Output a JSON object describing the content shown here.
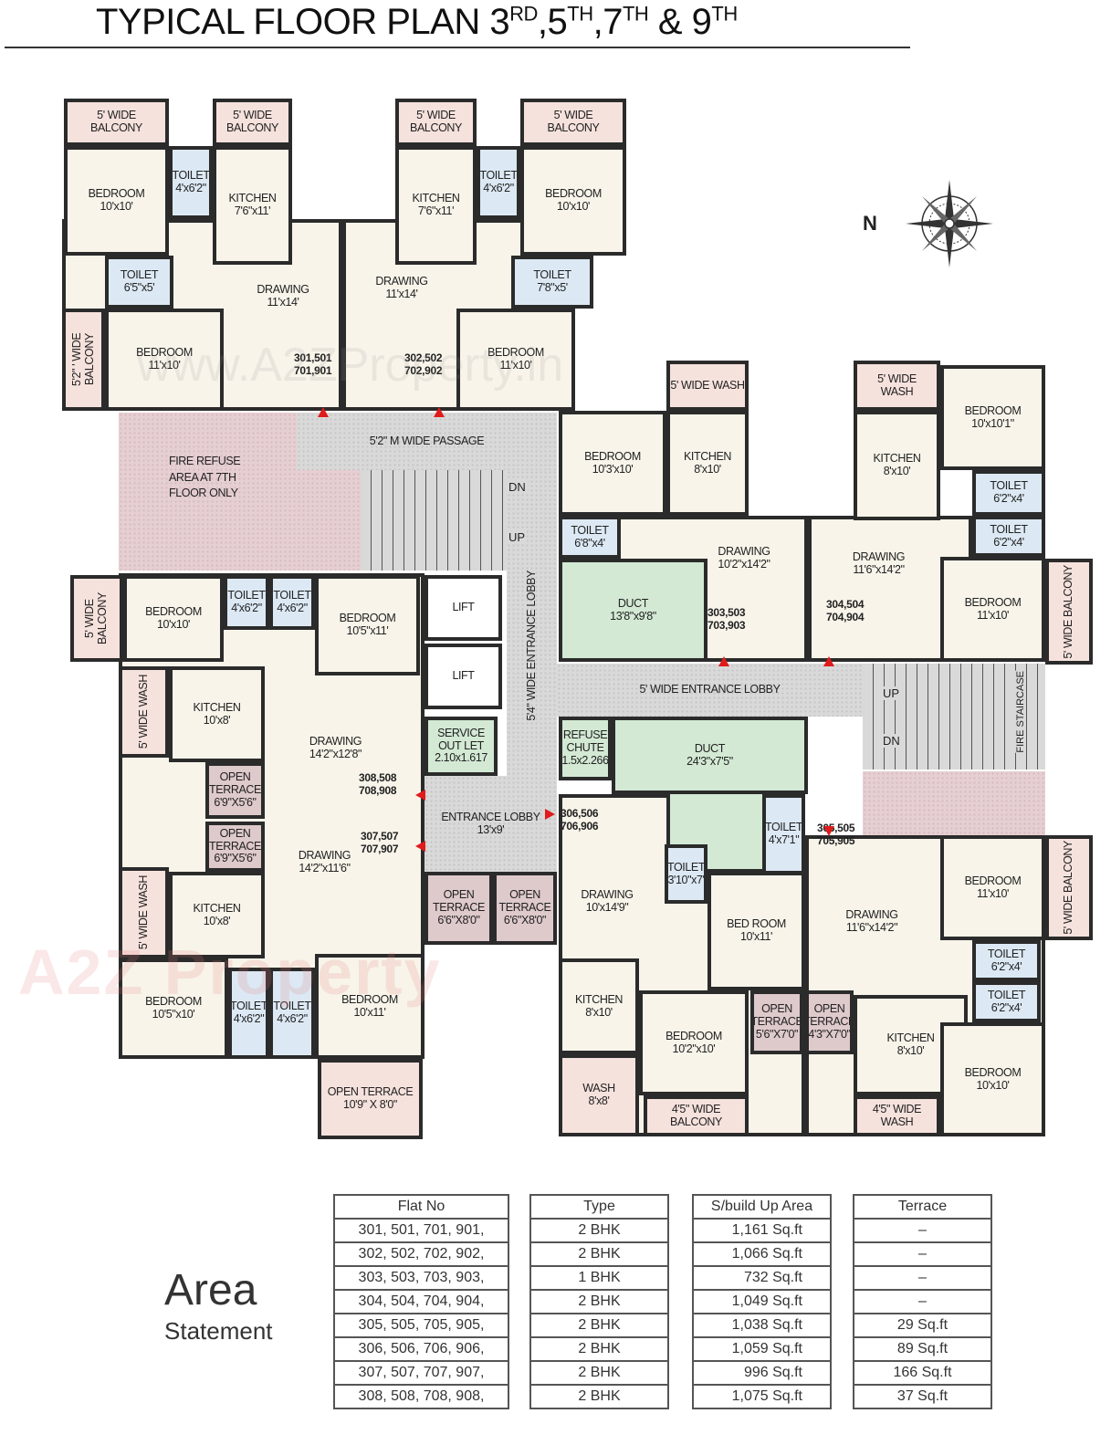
{
  "title": {
    "main": "TYPICAL FLOOR PLAN 3",
    "sup1": "RD",
    "t2": ",5",
    "sup2": "TH",
    "t3": ",7",
    "sup3": "TH",
    "t4": " & 9",
    "sup4": "TH"
  },
  "compass": {
    "north_label": "N",
    "icon": "compass-rose-icon"
  },
  "watermark": {
    "logo": "A2Z Property",
    "url": "www.A2ZProperty.in"
  },
  "colors": {
    "wall": "#2b2b2b",
    "floor": "#f8f4ea",
    "balcony": "#f6e2dd",
    "toilet": "#dce9f4",
    "duct": "#d3e9d4",
    "terrace": "#dec9cb",
    "passage": "#d9d9d9",
    "fire_refuse": "#e6cfd2",
    "entry_arrow": "#e01b1b"
  },
  "rooms": [
    {
      "name": "5' WIDE BALCONY",
      "size": ""
    },
    {
      "name": "5' WIDE BALCONY",
      "size": ""
    },
    {
      "name": "BEDROOM",
      "size": "10'x10'"
    },
    {
      "name": "TOILET",
      "size": "4'x6'2\""
    },
    {
      "name": "KITCHEN",
      "size": "7'6\"x11'"
    },
    {
      "name": "TOILET",
      "size": "6'5\"x5'"
    },
    {
      "name": "DRAWING",
      "size": "11'x14'"
    },
    {
      "name": "5'2\" ' WIDE BALCONY",
      "size": ""
    },
    {
      "name": "BEDROOM",
      "size": "11'x10'"
    },
    {
      "name": "5' WIDE BALCONY",
      "size": ""
    },
    {
      "name": "5' WIDE BALCONY",
      "size": ""
    },
    {
      "name": "KITCHEN",
      "size": "7'6\"x11'"
    },
    {
      "name": "TOILET",
      "size": "4'x6'2\""
    },
    {
      "name": "BEDROOM",
      "size": "10'x10'"
    },
    {
      "name": "DRAWING",
      "size": "11'x14'"
    },
    {
      "name": "TOILET",
      "size": "7'8\"x5'"
    },
    {
      "name": "BEDROOM",
      "size": "11'x10'"
    },
    {
      "name": "FIRE REFUSE AREA AT 7TH FLOOR ONLY",
      "size": ""
    },
    {
      "name": "5'2\" M WIDE PASSAGE",
      "size": ""
    },
    {
      "name": "",
      "size": ""
    },
    {
      "name": "5'4\" WIDE  ENTRANCE LOBBY",
      "size": ""
    },
    {
      "name": "LIFT",
      "size": ""
    },
    {
      "name": "LIFT",
      "size": ""
    },
    {
      "name": "SERVICE OUT LET",
      "size": "2.10x1.617"
    },
    {
      "name": "5' WIDE WASH",
      "size": ""
    },
    {
      "name": "BEDROOM",
      "size": "10'3'x10'"
    },
    {
      "name": "KITCHEN",
      "size": "8'x10'"
    },
    {
      "name": "TOILET",
      "size": "6'8\"x4'"
    },
    {
      "name": "DUCT",
      "size": "13'8\"x9'8\""
    },
    {
      "name": "DRAWING",
      "size": "10'2\"x14'2\""
    },
    {
      "name": "5' WIDE WASH",
      "size": ""
    },
    {
      "name": "KITCHEN",
      "size": "8'x10'"
    },
    {
      "name": "BEDROOM",
      "size": "10'x10'1\""
    },
    {
      "name": "TOILET",
      "size": "6'2\"x4'"
    },
    {
      "name": "TOILET",
      "size": "6'2\"x4'"
    },
    {
      "name": "DRAWING",
      "size": "11'6\"x14'2\""
    },
    {
      "name": "BEDROOM",
      "size": "11'x10'"
    },
    {
      "name": "5' WIDE BALCONY",
      "size": ""
    },
    {
      "name": "5' WIDE ENTRANCE LOBBY",
      "size": ""
    },
    {
      "name": "",
      "size": ""
    },
    {
      "name": "",
      "size": ""
    },
    {
      "name": "REFUSE CHUTE",
      "size": "1.5x2.266"
    },
    {
      "name": "DUCT",
      "size": "24'3\"x7'5\""
    },
    {
      "name": "DRAWING",
      "size": "10'x14'9\""
    },
    {
      "name": "TOILET",
      "size": "3'10\"x7'"
    },
    {
      "name": "TOILET",
      "size": "4'x7'1\""
    },
    {
      "name": "BED ROOM",
      "size": "10'x11'"
    },
    {
      "name": "KITCHEN",
      "size": "8'x10'"
    },
    {
      "name": "WASH",
      "size": "8'x8'"
    },
    {
      "name": "BEDROOM",
      "size": "10'2\"x10'"
    },
    {
      "name": "4'5\" WIDE BALCONY",
      "size": ""
    },
    {
      "name": "OPEN TERRACE",
      "size": "5'6\"X7'0\""
    },
    {
      "name": "OPEN TERRACE",
      "size": "4'3\"X7'0\""
    },
    {
      "name": "DRAWING",
      "size": "11'6\"x14'2\""
    },
    {
      "name": "BEDROOM",
      "size": "11'x10'"
    },
    {
      "name": "5' WIDE BALCONY",
      "size": ""
    },
    {
      "name": "TOILET",
      "size": "6'2\"x4'"
    },
    {
      "name": "TOILET",
      "size": "6'2\"x4'"
    },
    {
      "name": "KITCHEN",
      "size": "8'x10'"
    },
    {
      "name": "BEDROOM",
      "size": "10'x10'"
    },
    {
      "name": "4'5\" WIDE WASH",
      "size": ""
    },
    {
      "name": "5' WIDE BALCONY",
      "size": ""
    },
    {
      "name": "BEDROOM",
      "size": "10'x10'"
    },
    {
      "name": "TOILET",
      "size": "4'x6'2\""
    },
    {
      "name": "TOILET",
      "size": "4'x6'2\""
    },
    {
      "name": "BEDROOM",
      "size": "10'5\"x11'"
    },
    {
      "name": "5' WIDE WASH",
      "size": ""
    },
    {
      "name": "KITCHEN",
      "size": "10'x8'"
    },
    {
      "name": "DRAWING",
      "size": "14'2\"x12'8\""
    },
    {
      "name": "OPEN TERRACE",
      "size": "6'9\"X5'6\""
    },
    {
      "name": "OPEN TERRACE",
      "size": "6'9\"X5'6\""
    },
    {
      "name": "DRAWING",
      "size": "14'2\"x11'6\""
    },
    {
      "name": "5' WIDE WASH",
      "size": ""
    },
    {
      "name": "KITCHEN",
      "size": "10'x8'"
    },
    {
      "name": "BEDROOM",
      "size": "10'5\"x10'"
    },
    {
      "name": "TOILET",
      "size": "4'x6'2\""
    },
    {
      "name": "TOILET",
      "size": "4'x6'2\""
    },
    {
      "name": "BEDROOM",
      "size": "10'x11'"
    },
    {
      "name": "OPEN TERRACE",
      "size": "10'9\" X 8'0\""
    },
    {
      "name": "ENTRANCE LOBBY",
      "size": "13'x9'"
    },
    {
      "name": "OPEN TERRACE",
      "size": "6'6\"X8'0\""
    },
    {
      "name": "OPEN TERRACE",
      "size": "6'6\"X8'0\""
    }
  ],
  "flats": [
    {
      "line1": "301,501",
      "line2": "701,901"
    },
    {
      "line1": "302,502",
      "line2": "702,902"
    },
    {
      "line1": "303,503",
      "line2": "703,903"
    },
    {
      "line1": "304,504",
      "line2": "704,904"
    },
    {
      "line1": "305,505",
      "line2": "705,905"
    },
    {
      "line1": "306,506",
      "line2": "706,906"
    },
    {
      "line1": "307,507",
      "line2": "707,907"
    },
    {
      "line1": "308,508",
      "line2": "708,908"
    }
  ],
  "stairs": {
    "dn": "DN",
    "up": "UP",
    "fire_up": "UP",
    "fire_dn": "DN",
    "fire_label": "FIRE STAIRCASE"
  },
  "area_statement": {
    "title": "Area",
    "subtitle": "Statement",
    "columns": [
      "Flat No",
      "Type",
      "S/build Up  Area",
      "Terrace"
    ],
    "rows": [
      [
        "301, 501, 701, 901,",
        "2 BHK",
        "1,161 Sq.ft",
        "–"
      ],
      [
        "302, 502, 702, 902,",
        "2 BHK",
        "1,066 Sq.ft",
        "–"
      ],
      [
        "303, 503, 703, 903,",
        "1 BHK",
        "732 Sq.ft",
        "–"
      ],
      [
        "304, 504, 704, 904,",
        "2 BHK",
        "1,049 Sq.ft",
        "–"
      ],
      [
        "305, 505, 705, 905,",
        "2 BHK",
        "1,038 Sq.ft",
        "29 Sq.ft"
      ],
      [
        "306, 506, 706, 906,",
        "2 BHK",
        "1,059 Sq.ft",
        "89 Sq.ft"
      ],
      [
        "307, 507, 707, 907,",
        "2 BHK",
        "996 Sq.ft",
        "166 Sq.ft"
      ],
      [
        "308, 508, 708, 908,",
        "2 BHK",
        "1,075 Sq.ft",
        "37 Sq.ft"
      ]
    ]
  }
}
